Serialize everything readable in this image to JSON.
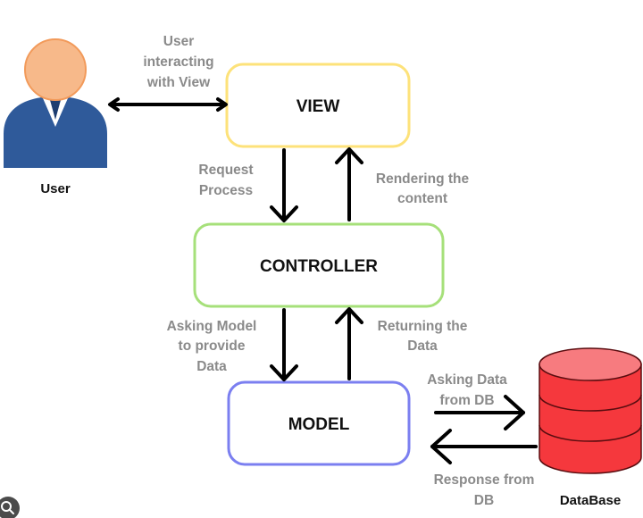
{
  "nodes": {
    "view": "VIEW",
    "controller": "CONTROLLER",
    "model": "MODEL"
  },
  "actors": {
    "user": "User",
    "database": "DataBase"
  },
  "edges": {
    "user_view": [
      "User",
      "interacting",
      "with View"
    ],
    "request": [
      "Request",
      "Process"
    ],
    "rendering": [
      "Rendering the",
      "content"
    ],
    "asking_model": [
      "Asking Model",
      "to provide",
      "Data"
    ],
    "returning": [
      "Returning the",
      "Data"
    ],
    "asking_db": [
      "Asking Data",
      "from DB"
    ],
    "response_db": [
      "Response from",
      "DB"
    ]
  },
  "colors": {
    "view_border": "#fde27a",
    "controller_border": "#a6e07a",
    "model_border": "#7b7ff0",
    "database_fill": "#f5383d",
    "user_suit": "#2f5a9a",
    "user_skin": "#f7b98a"
  },
  "icons": [
    "user-icon",
    "database-icon",
    "lens-icon"
  ]
}
